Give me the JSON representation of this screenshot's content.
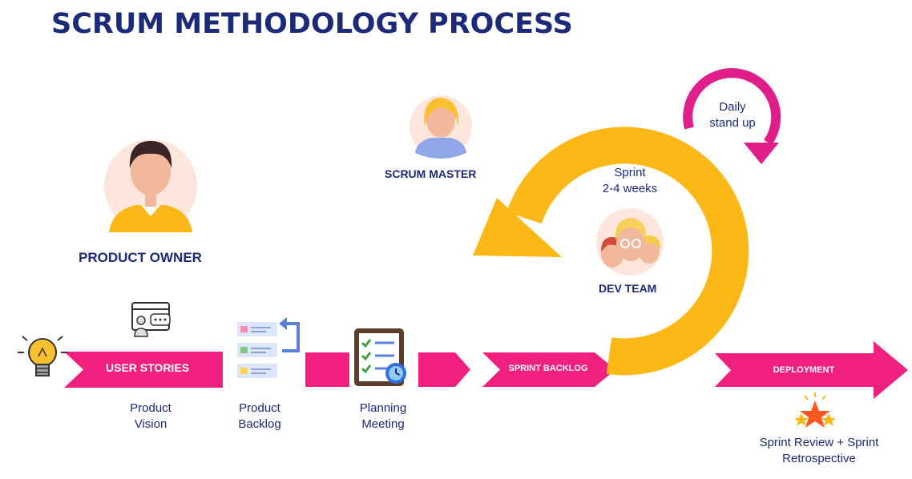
{
  "title": "SCRUM METHODOLOGY PROCESS",
  "roles": {
    "product_owner": "PRODUCT OWNER",
    "scrum_master": "SCRUM MASTER",
    "dev_team": "DEV TEAM"
  },
  "cycle": {
    "sprint": "Sprint\n2-4 weeks",
    "daily": "Daily\nstand up"
  },
  "pipeline": {
    "user_stories": "USER STORIES",
    "sprint_backlog": "SPRINT BACKLOG",
    "deployment": "DEPLOYMENT"
  },
  "captions": {
    "product_vision": "Product\nVision",
    "product_backlog": "Product\nBacklog",
    "planning_meeting": "Planning\nMeeting",
    "sprint_review": "Sprint Review + Sprint\nRetrospective"
  },
  "colors": {
    "navy": "#1c2a7a",
    "pink": "#f0207f",
    "yellow": "#fbb817",
    "skin": "#f2b89c"
  },
  "icons": [
    "lightbulb-icon",
    "user-stories-icon",
    "product-backlog-icon",
    "planning-meeting-icon",
    "stars-icon"
  ]
}
